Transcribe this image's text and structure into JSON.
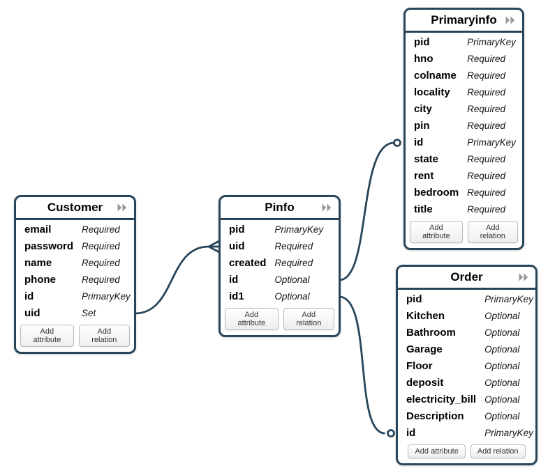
{
  "colors": {
    "entity_border": "#28455a",
    "relation_line": "#28455a",
    "collapse_icon": "#98999b",
    "title_text": "#000000",
    "attribute_type_text": "#151515",
    "button_border": "#b9b9b9",
    "background": "#ffffff"
  },
  "button_labels": {
    "add_attribute": "Add attribute",
    "add_relation": "Add relation"
  },
  "entities": [
    {
      "title": "Customer",
      "collapse_icon": "fast-forward-icon",
      "attributes": [
        {
          "name": "email",
          "type": "Required"
        },
        {
          "name": "password",
          "type": "Required"
        },
        {
          "name": "name",
          "type": "Required"
        },
        {
          "name": "phone",
          "type": "Required"
        },
        {
          "name": "id",
          "type": "PrimaryKey"
        },
        {
          "name": "uid",
          "type": "Set"
        }
      ]
    },
    {
      "title": "Pinfo",
      "collapse_icon": "fast-forward-icon",
      "attributes": [
        {
          "name": "pid",
          "type": "PrimaryKey"
        },
        {
          "name": "uid",
          "type": "Required"
        },
        {
          "name": "created",
          "type": "Required"
        },
        {
          "name": "id",
          "type": "Optional"
        },
        {
          "name": "id1",
          "type": "Optional"
        }
      ]
    },
    {
      "title": "Primaryinfo",
      "collapse_icon": "fast-forward-icon",
      "attributes": [
        {
          "name": "pid",
          "type": "PrimaryKey"
        },
        {
          "name": "hno",
          "type": "Required"
        },
        {
          "name": "colname",
          "type": "Required"
        },
        {
          "name": "locality",
          "type": "Required"
        },
        {
          "name": "city",
          "type": "Required"
        },
        {
          "name": "pin",
          "type": "Required"
        },
        {
          "name": "id",
          "type": "PrimaryKey"
        },
        {
          "name": "state",
          "type": "Required"
        },
        {
          "name": "rent",
          "type": "Required"
        },
        {
          "name": "bedroom",
          "type": "Required"
        },
        {
          "name": "title",
          "type": "Required"
        }
      ]
    },
    {
      "title": "Order",
      "collapse_icon": "fast-forward-icon",
      "attributes": [
        {
          "name": "pid",
          "type": "PrimaryKey"
        },
        {
          "name": "Kitchen",
          "type": "Optional"
        },
        {
          "name": "Bathroom",
          "type": "Optional"
        },
        {
          "name": "Garage",
          "type": "Optional"
        },
        {
          "name": "Floor",
          "type": "Optional"
        },
        {
          "name": "deposit",
          "type": "Optional"
        },
        {
          "name": "electricity_bill",
          "type": "Optional"
        },
        {
          "name": "Description",
          "type": "Optional"
        },
        {
          "name": "id",
          "type": "PrimaryKey"
        }
      ]
    }
  ],
  "connections": [
    {
      "from": "Customer",
      "from_attribute": "uid",
      "to": "Pinfo",
      "to_attribute": "uid",
      "end_marker": "crows-foot-many"
    },
    {
      "from": "Pinfo",
      "from_attribute": "id",
      "to": "Primaryinfo",
      "to_attribute": "id",
      "end_marker": "open-circle"
    },
    {
      "from": "Pinfo",
      "from_attribute": "id1",
      "to": "Order",
      "to_attribute": "id",
      "end_marker": "open-circle"
    }
  ]
}
